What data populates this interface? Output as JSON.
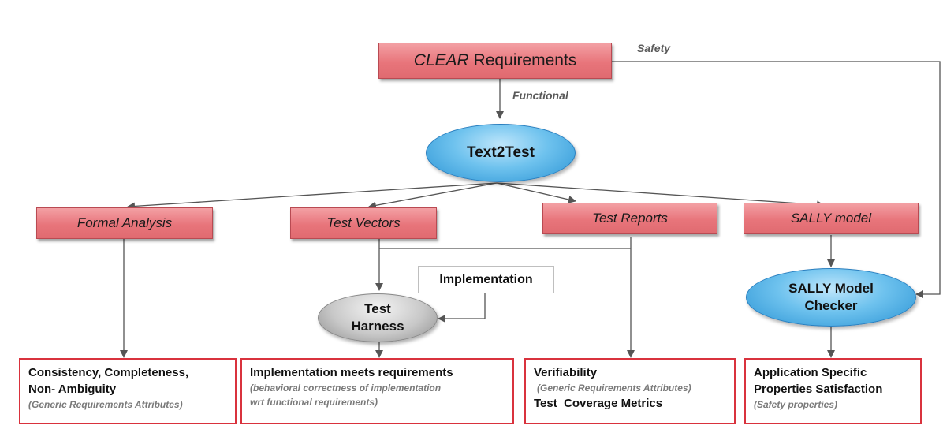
{
  "requirements": {
    "italic_part": "CLEAR",
    "rest": " Requirements"
  },
  "labels": {
    "safety": "Safety",
    "functional": "Functional"
  },
  "text2test": "Text2Test",
  "outputs": {
    "formal_analysis": "Formal Analysis",
    "test_vectors": "Test Vectors",
    "test_reports": "Test Reports",
    "sally_model": "SALLY model"
  },
  "implementation": "Implementation",
  "test_harness": {
    "line1": "Test",
    "line2": "Harness"
  },
  "sally_checker": {
    "line1": "SALLY Model",
    "line2": "Checker"
  },
  "results": {
    "formal": {
      "line1": "Consistency, Completeness,",
      "line2": "Non- Ambiguity",
      "sub": "(Generic Requirements Attributes)"
    },
    "implementation": {
      "line1": "Implementation meets requirements",
      "sub1": "(behavioral correctness of implementation",
      "sub2": "wrt functional requirements)"
    },
    "verifiability": {
      "line1": "Verifiability",
      "sub": "(Generic Requirements Attributes)",
      "line2": "Test  Coverage Metrics"
    },
    "safety": {
      "line1": "Application Specific",
      "line2": "Properties Satisfaction",
      "sub": "(Safety properties)"
    }
  }
}
